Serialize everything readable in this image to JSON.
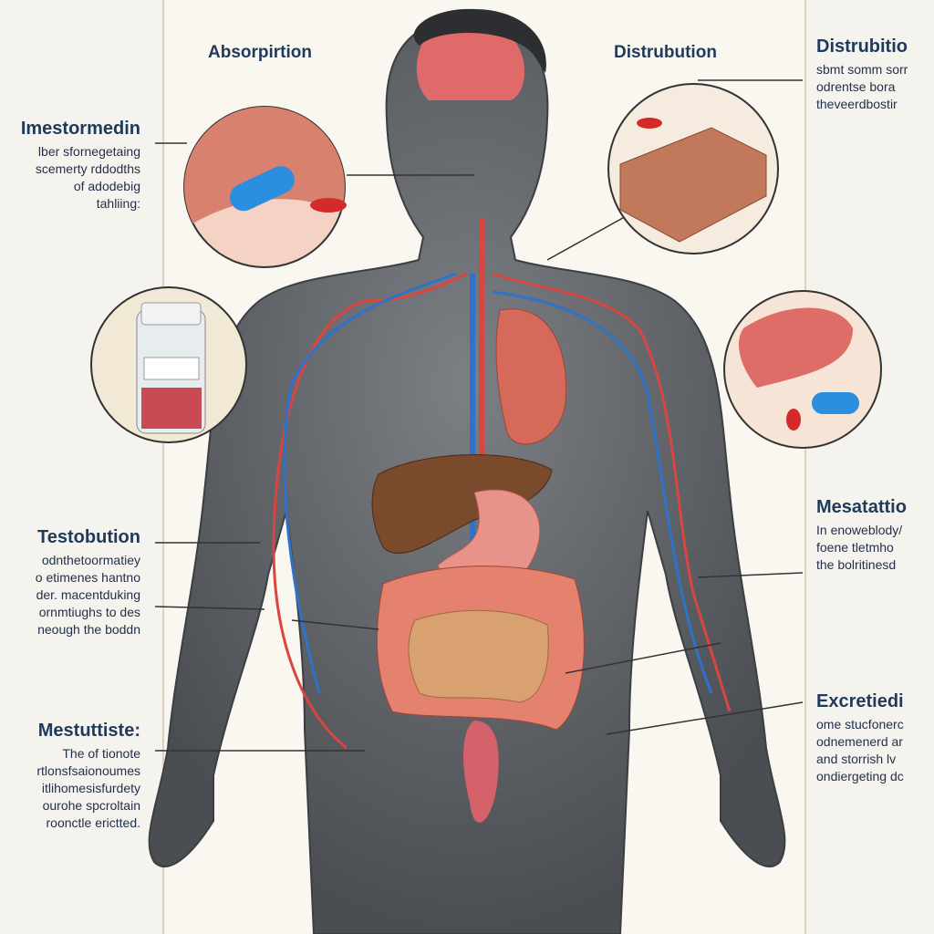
{
  "top_labels": {
    "left": "Absorpirtion",
    "right": "Distrubution"
  },
  "left_blocks": [
    {
      "title": "Imestormedin",
      "lines": [
        "lber sfornegetaing",
        "scemerty rddodths",
        "of adodebig",
        "tahliing:"
      ]
    },
    {
      "title": "Testobution",
      "lines": [
        "odnthetoormatiey",
        "o etimenes hantno",
        "der. macentduking",
        "ornmtiughs to des",
        "neough the boddn"
      ]
    },
    {
      "title": "Mestuttiste:",
      "lines": [
        "The of tionote",
        "rtlonsfsaionoumes",
        "itlihomesisfurdety",
        "ourohe spcroltain",
        "roonctle erictted."
      ]
    }
  ],
  "right_blocks": [
    {
      "title": "Distrubitio",
      "lines": [
        "sbmt somm sorr",
        "odrentse bora",
        "theveerdbostir"
      ]
    },
    {
      "title": "Mesatattio",
      "lines": [
        "In enoweblody/",
        "foene tletmho",
        "the bolritinesd"
      ]
    },
    {
      "title": "Excretiedi",
      "lines": [
        "ome stucfonerc",
        "odnemenerd ar",
        "and storrish lv",
        "ondiergeting dc"
      ]
    }
  ],
  "colors": {
    "title": "#1f3a5a",
    "body": "#55595f",
    "artery": "#d9463f",
    "vein": "#2f72c9",
    "organ": "#e4826f"
  }
}
